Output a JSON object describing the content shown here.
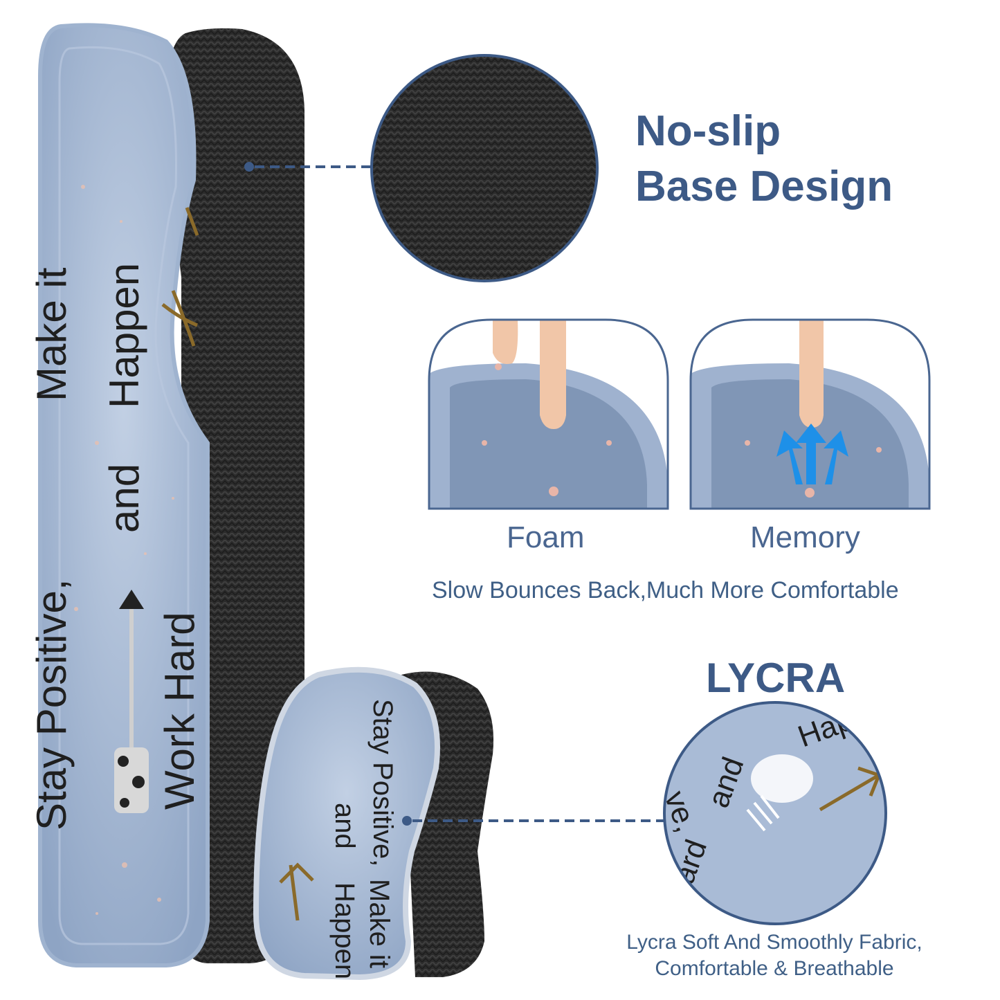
{
  "features": {
    "base": {
      "title_line1": "No-slip",
      "title_line2": "Base Design"
    },
    "memory_foam": {
      "label_foam": "Foam",
      "label_memory": "Memory",
      "caption": "Slow Bounces Back,Much More Comfortable"
    },
    "lycra": {
      "title": "LYCRA",
      "caption_line1": "Lycra Soft And Smoothly Fabric,",
      "caption_line2": "Comfortable & Breathable"
    }
  },
  "pad_print": {
    "line1": "Make it",
    "line2": "Happen",
    "line3": "and",
    "line4": "Stay Positive,",
    "line5": "Work Hard"
  },
  "colors": {
    "accent": "#3d5a86",
    "pad_blue": "#a9bbd6",
    "base_black": "#2a2a2a"
  }
}
